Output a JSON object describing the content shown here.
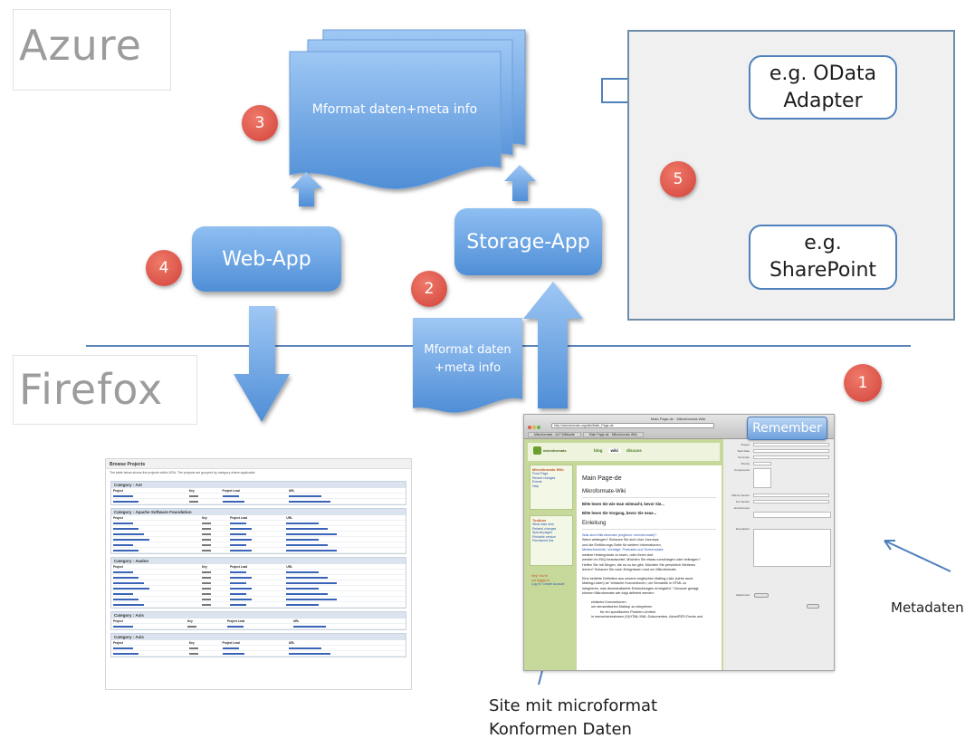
{
  "zones": {
    "azure": "Azure",
    "firefox": "Firefox"
  },
  "nodes": {
    "mformat_stack": "Mformat daten+meta info",
    "web_app": "Web-App",
    "storage_app": "Storage-App",
    "odata_line1": "e.g. OData",
    "odata_line2": "Adapter",
    "sharepoint_line1": "e.g.",
    "sharepoint_line2": "SharePoint",
    "mformat_doc_line1": "Mformat daten",
    "mformat_doc_line2": "+meta info"
  },
  "steps": [
    "1",
    "2",
    "3",
    "4",
    "5"
  ],
  "captions": {
    "site_line1": "Site mit microformat",
    "site_line2": "Konformen Daten",
    "metadaten": "Metadaten"
  },
  "colors": {
    "box_blue_light": "#8fbff2",
    "box_blue_dark": "#4f8ed6",
    "step_red": "#d2423a",
    "panel_grey": "#f0f0f0",
    "divider": "#5b84b8"
  },
  "projects_page": {
    "title": "Browse Projects",
    "description": "The table below shows the projects within JIRA. The projects are grouped by category where applicable.",
    "columns": [
      "Project",
      "Key",
      "Project Lead",
      "URL"
    ],
    "categories": [
      {
        "name": "Category : Ant",
        "rows": 2
      },
      {
        "name": "Category : Apache Software Foundation",
        "rows": 6
      },
      {
        "name": "Category : Avalon",
        "rows": 7
      },
      {
        "name": "Category : Axis",
        "rows": 1
      },
      {
        "name": "Category : Axis",
        "rows": 2
      }
    ]
  },
  "browser": {
    "window_title": "Main Page-de · Mikroformats Wiki",
    "url": "http://microformats.org/wiki/Main_Page-de",
    "tabs": [
      "Mikroformate - ALT Wikikarte",
      "Main Page-de · Mikroformats Wiki"
    ],
    "remember_button": "Remember",
    "site_logo": "microformats",
    "site_tabs": [
      "blog",
      "wiki",
      "discuss"
    ],
    "sidebar_heading": "Microformats Wiki",
    "sidebar_links": [
      "Front Page",
      "Recent changes",
      "Events",
      "Help"
    ],
    "toolbox_heading": "Toolbox",
    "toolbox_links": [
      "What links here",
      "Related changes",
      "Special pages",
      "Printable version",
      "Permanent link"
    ],
    "login_note_line1": "Hey! You're",
    "login_note_line2": "not logged in.",
    "login_link": "Log in / Create Account",
    "page_title": "Main Page-de",
    "wiki_heading": "Mikroformate-Wiki",
    "notice1": "Bitte lesen Sie wie man mitmacht, bevor Sie...",
    "notice2": "Bitte lesen Sie Vorgang, bevor Sie neue...",
    "section_heading": "Einleitung",
    "intro_lines": [
      "Was sind Mikroformate (englisch: microformats)?",
      "Wann anfangen? Schauen Sie sich User Journeys",
      "und die Einführungs-Seite für weitere Informationen,",
      "Medienberichte, Vorträge, Podcasts und Screencasts",
      "weitere Hintergründe zu lesen, oder Ihnen dort",
      "werden im FAQ beantwortet. Möchten Sie etwas vorschlagen oder beitragen?",
      "Helfen Sie mit Dingen, die es zu tun gibt. Möchten Sie persönlich Weiteres",
      "lernen? Schauen Sie nach Ereignissen rund um Mikroformate."
    ],
    "definition_lines": [
      "Eine beliebte Definition aus unserer englischen Mailing-Liste (siehe auch:",
      "Mailing-Listen) ist \"einfache Konventionen, um Semantik in HTML zu",
      "integrieren, was dezentralisierte Entwicklungen ermöglicht.\" Genauer gesagt,",
      "können Mikroformate wie folgt definiert werden:"
    ],
    "bullets": [
      "einfache Konventionen",
      "um semantisches Markup zu integrieren",
      "für ein spezifisches Problem-Umfeld",
      "in menschenlesbaren (X)HTML/XML-Dokumenten, Atom/RSS-Feeds und"
    ],
    "form_labels": [
      "Project",
      "Start Date",
      "Summary",
      "Priority",
      "Components",
      "Affects Version",
      "Fix Version",
      "Environment",
      "Description",
      "Attachment"
    ]
  }
}
